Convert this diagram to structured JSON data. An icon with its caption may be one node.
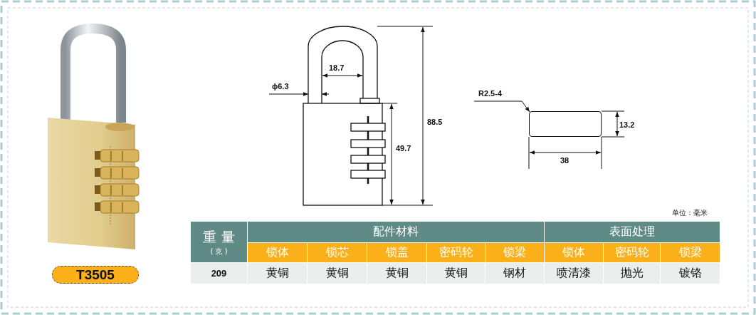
{
  "diagram": {
    "nodes": [
      {
        "text": [
          "T3505"
        ]
      },
      {
        "text": [
          "R2.5-4"
        ]
      },
      {
        "text": [],
        "shape": "box"
      }
    ],
    "edges": [
      {
        "from": 1,
        "to": 2,
        "arrow": "to"
      }
    ],
    "labels": [
      "18.7",
      "ϕ6.3",
      "88.5",
      "49.7",
      "13.2",
      "38",
      "单位：毫米",
      "重 量",
      "( 克 )",
      "配件材料",
      "表面处理",
      "锁体",
      "锁芯",
      "锁盖",
      "密码轮",
      "锁梁",
      "锁体",
      "密码轮",
      "锁梁",
      "209",
      "黄铜",
      "黄铜",
      "黄铜",
      "黄铜",
      "钢材",
      "喷清漆",
      "抛光",
      "镀铬"
    ]
  }
}
